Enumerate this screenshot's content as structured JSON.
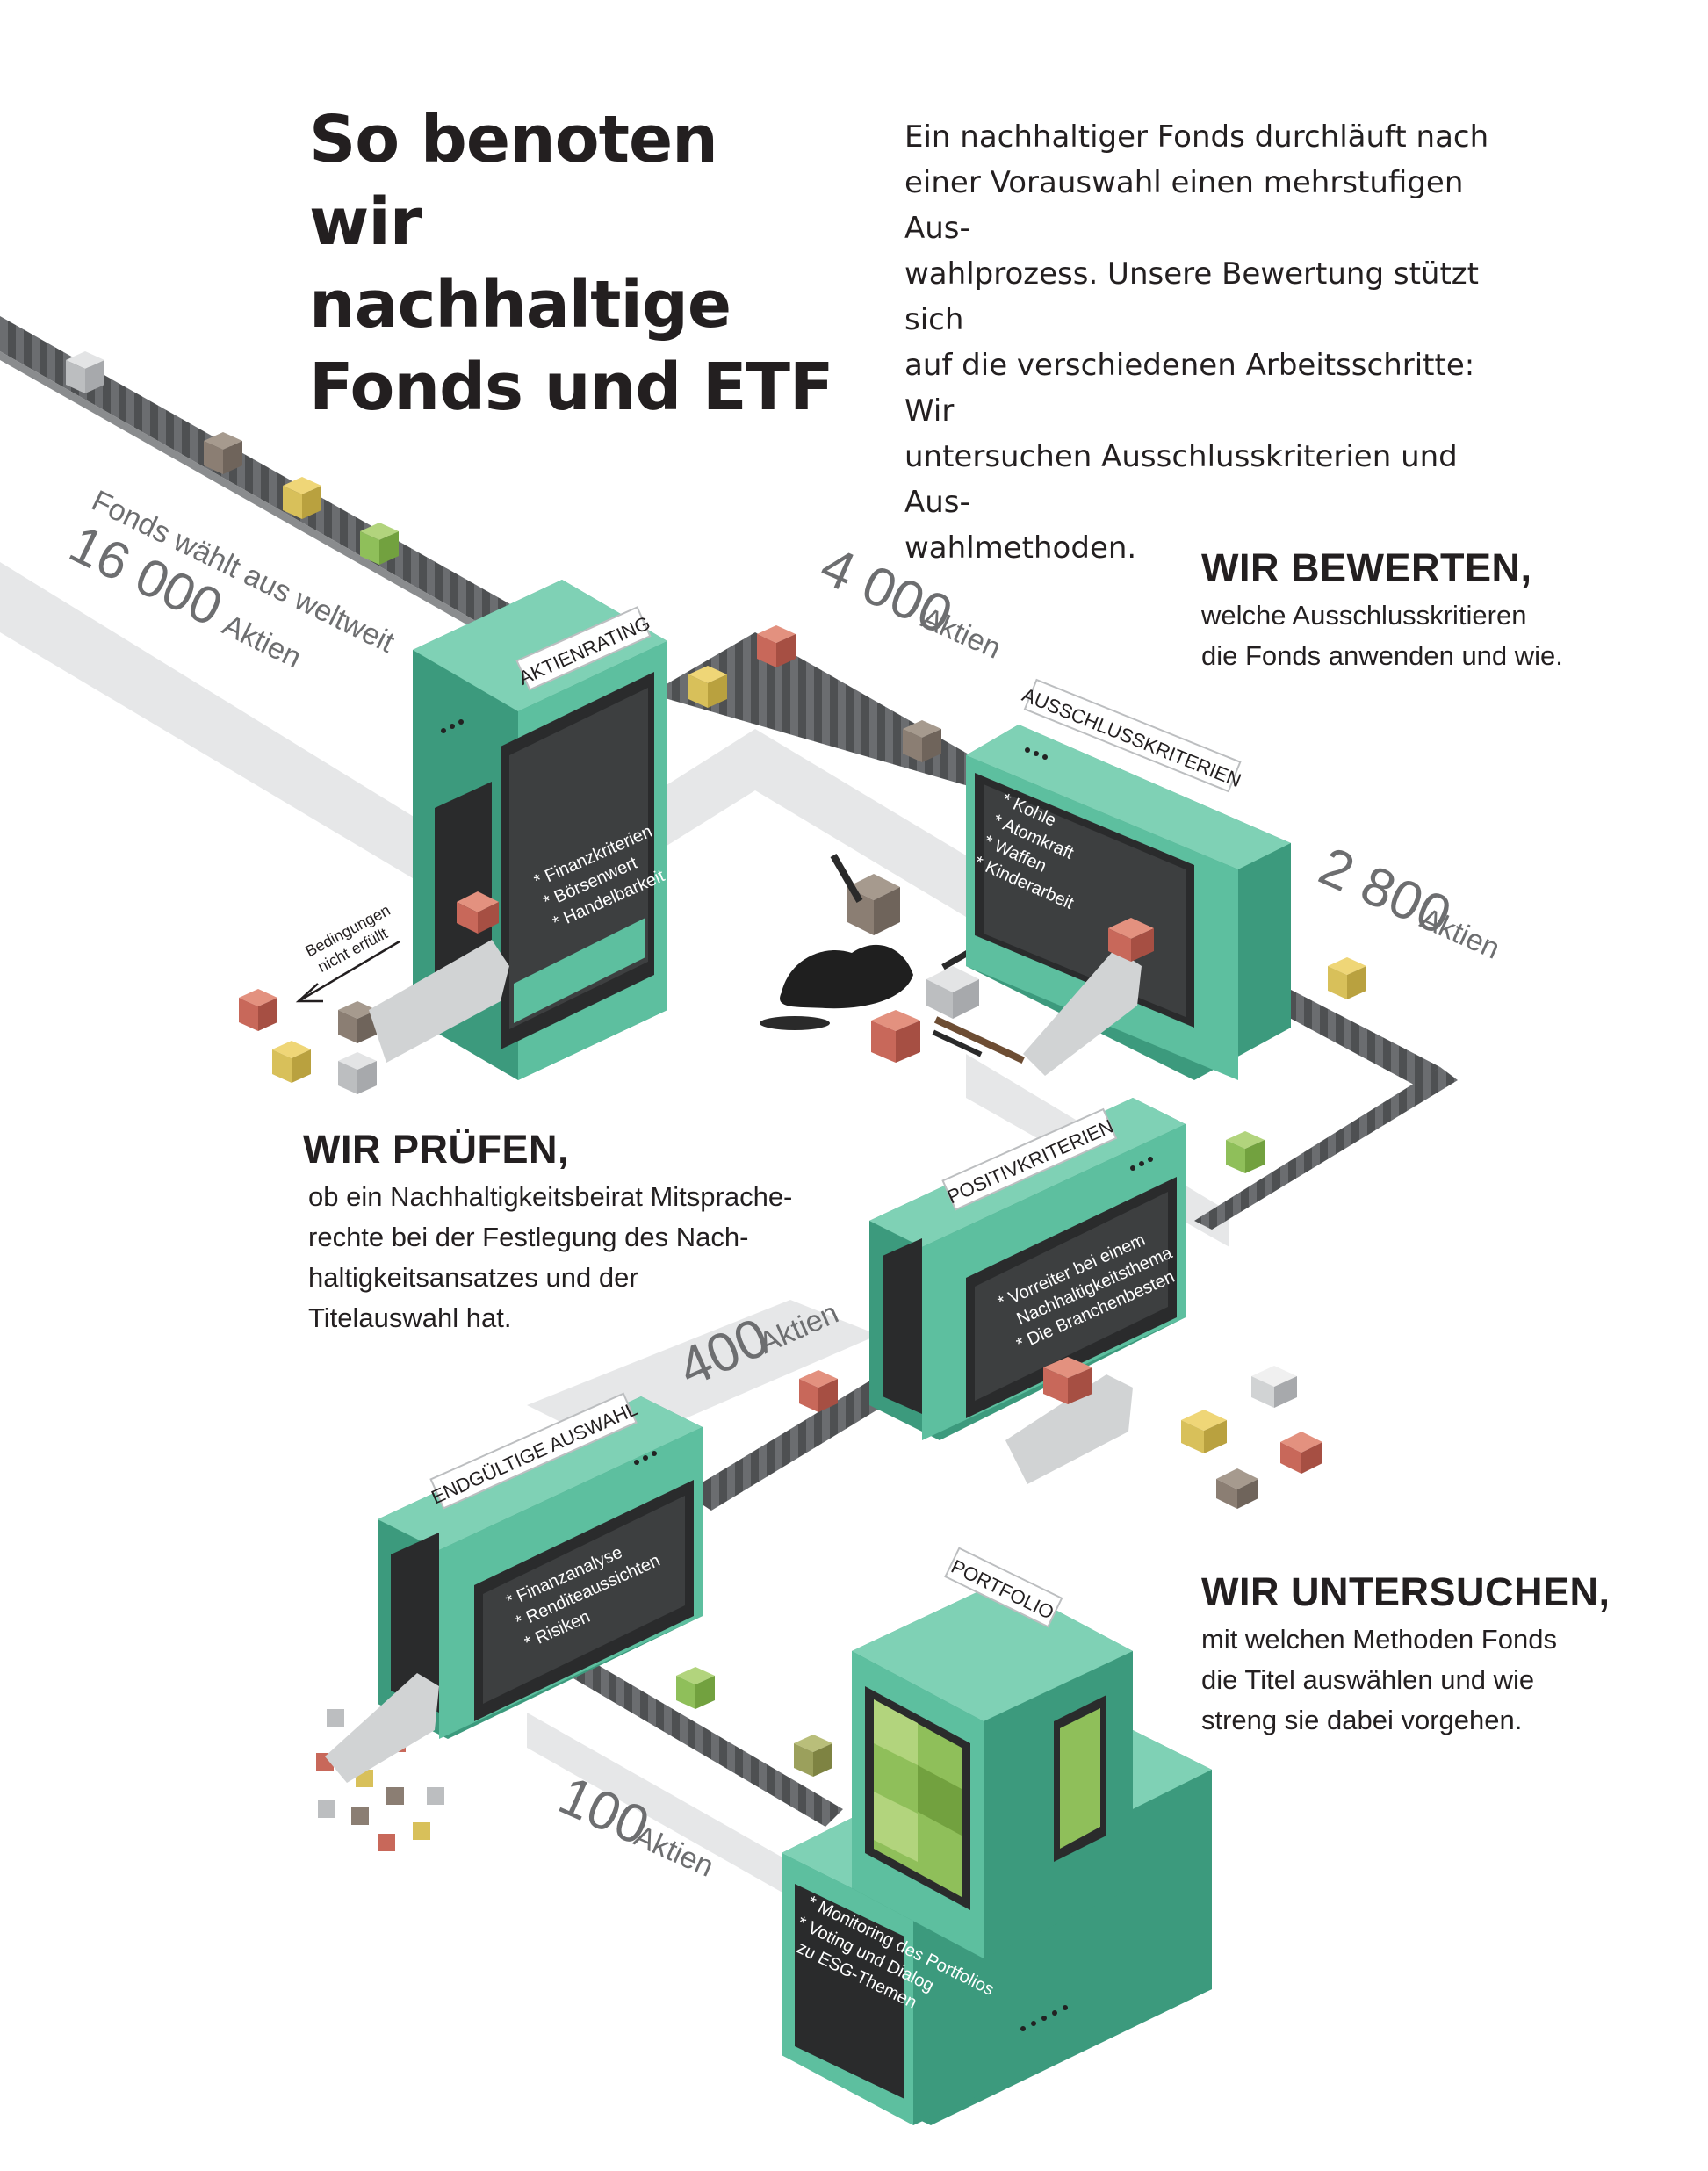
{
  "title": {
    "line1": "So benoten wir",
    "line2": "nachhaltige",
    "line3": "Fonds und ETF"
  },
  "intro": {
    "line1": "Ein nachhaltiger Fonds durchläuft nach",
    "line2": "einer Vorauswahl einen mehrstufigen Aus-",
    "line3": "wahlprozess. Unsere Bewertung stützt sich",
    "line4": "auf die verschiedenen Arbeitsschritte: Wir",
    "line5": "untersuchen Ausschlusskriterien und Aus-",
    "line6": "wahlmethoden."
  },
  "bewerten": {
    "heading": "WIR BEWERTEN,",
    "line1": "welche Ausschlusskritieren",
    "line2": "die Fonds anwenden und wie."
  },
  "pruefen": {
    "heading": "WIR PRÜFEN,",
    "line1": "ob ein Nachhaltigkeitsbeirat Mitsprache-",
    "line2": "rechte bei der Festlegung des Nach-",
    "line3": "haltigkeitsansatzes und der",
    "line4": "Titelauswahl hat."
  },
  "untersuchen": {
    "heading": "WIR UNTERSUCHEN,",
    "line1": "mit welchen Methoden Fonds",
    "line2": "die Titel auswählen und wie",
    "line3": "streng sie dabei vorgehen."
  },
  "flow": {
    "start": {
      "line1": "Fonds wählt aus weltweit",
      "number": "16 000",
      "unit": "Aktien"
    },
    "after_rating": {
      "number": "4 000",
      "unit": "Aktien"
    },
    "after_exclusion": {
      "number": "2 800",
      "unit": "Aktien"
    },
    "after_positive": {
      "number": "400",
      "unit": "Aktien"
    },
    "after_final": {
      "number": "100",
      "unit": "Aktien"
    },
    "rejected": {
      "line1": "Bedingungen",
      "line2": "nicht erfüllt"
    }
  },
  "machines": {
    "aktienrating": {
      "label": "AKTIENRATING",
      "items": [
        "* Finanzkriterien",
        "* Börsenwert",
        "* Handelbarkeit"
      ]
    },
    "ausschluss": {
      "label": "AUSSCHLUSSKRITERIEN",
      "items": [
        "* Kohle",
        "* Atomkraft",
        "* Waffen",
        "* Kinderarbeit"
      ]
    },
    "positiv": {
      "label": "POSITIVKRITERIEN",
      "items": [
        "* Vorreiter bei einem",
        "Nachhaltigkeitsthema",
        "* Die Branchenbesten"
      ]
    },
    "endgueltig": {
      "label": "ENDGÜLTIGE AUSWAHL",
      "items": [
        "* Finanzanalyse",
        "* Renditeaussichten",
        "* Risiken"
      ]
    },
    "portfolio": {
      "label": "PORTFOLIO",
      "items": [
        "* Monitoring des Portfolios",
        "* Voting und Dialog",
        "zu ESG-Themen"
      ]
    }
  },
  "colors": {
    "teal": "#5dbf9f",
    "teal_dark": "#3c9a7d",
    "screen": "#3d3f40",
    "screen_border": "#2a2b2c",
    "belt": "#4e5052",
    "ground_shadow": "#e4e5e6",
    "number_gray": "#6d6e70",
    "cube_gray": "#cfd1d2",
    "cube_brown": "#8b7e73",
    "cube_yellow": "#d8c05a",
    "cube_green": "#8fbf5a",
    "cube_red": "#c8685a",
    "cube_olive": "#9ba05c"
  }
}
